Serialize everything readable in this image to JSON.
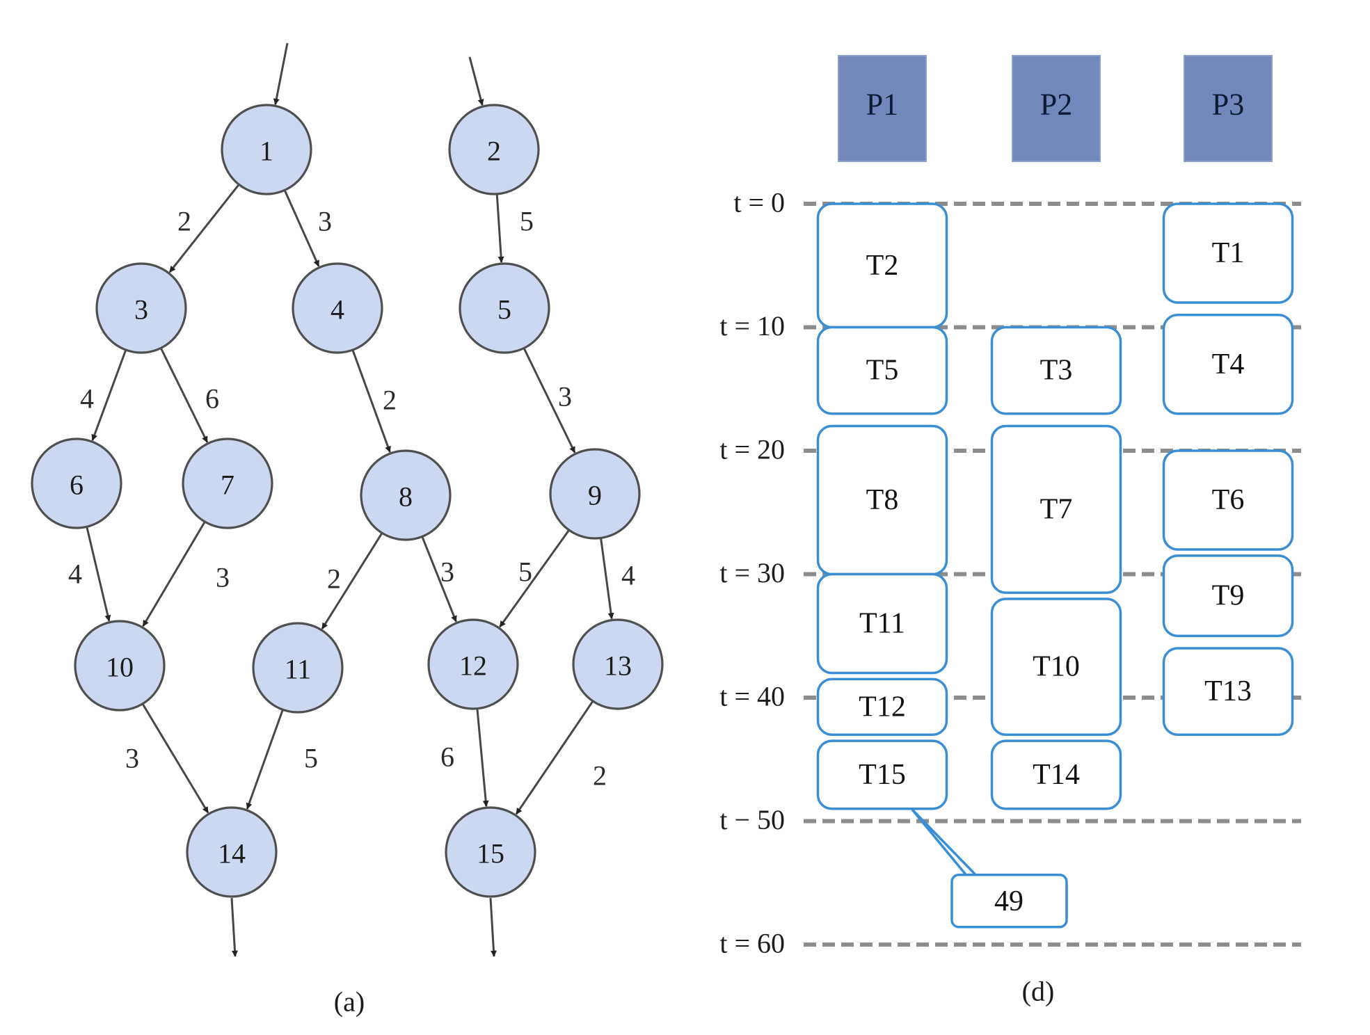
{
  "graph": {
    "caption": "(a)",
    "nodes": [
      {
        "id": "1",
        "label": "1"
      },
      {
        "id": "2",
        "label": "2"
      },
      {
        "id": "3",
        "label": "3"
      },
      {
        "id": "4",
        "label": "4"
      },
      {
        "id": "5",
        "label": "5"
      },
      {
        "id": "6",
        "label": "6"
      },
      {
        "id": "7",
        "label": "7"
      },
      {
        "id": "8",
        "label": "8"
      },
      {
        "id": "9",
        "label": "9"
      },
      {
        "id": "10",
        "label": "10"
      },
      {
        "id": "11",
        "label": "11"
      },
      {
        "id": "12",
        "label": "12"
      },
      {
        "id": "13",
        "label": "13"
      },
      {
        "id": "14",
        "label": "14"
      },
      {
        "id": "15",
        "label": "15"
      }
    ],
    "edges": [
      {
        "from": "1",
        "to": "3",
        "weight": "2"
      },
      {
        "from": "1",
        "to": "4",
        "weight": "3"
      },
      {
        "from": "2",
        "to": "5",
        "weight": "5"
      },
      {
        "from": "3",
        "to": "6",
        "weight": "4"
      },
      {
        "from": "3",
        "to": "7",
        "weight": "6"
      },
      {
        "from": "4",
        "to": "8",
        "weight": "2"
      },
      {
        "from": "5",
        "to": "9",
        "weight": "3"
      },
      {
        "from": "6",
        "to": "10",
        "weight": "4"
      },
      {
        "from": "7",
        "to": "10",
        "weight": "3"
      },
      {
        "from": "8",
        "to": "11",
        "weight": "2"
      },
      {
        "from": "8",
        "to": "12",
        "weight": "3"
      },
      {
        "from": "9",
        "to": "12",
        "weight": "5"
      },
      {
        "from": "9",
        "to": "13",
        "weight": "4"
      },
      {
        "from": "10",
        "to": "14",
        "weight": "3"
      },
      {
        "from": "11",
        "to": "14",
        "weight": "5"
      },
      {
        "from": "12",
        "to": "15",
        "weight": "6"
      },
      {
        "from": "13",
        "to": "15",
        "weight": "2"
      }
    ],
    "entries": [
      "1",
      "2"
    ],
    "exits": [
      "14",
      "15"
    ]
  },
  "schedule": {
    "caption": "(d)",
    "processors": [
      "P1",
      "P2",
      "P3"
    ],
    "time_ticks": [
      {
        "t": 0,
        "label": "t = 0"
      },
      {
        "t": 10,
        "label": "t = 10"
      },
      {
        "t": 20,
        "label": "t = 20"
      },
      {
        "t": 30,
        "label": "t = 30"
      },
      {
        "t": 40,
        "label": "t = 40"
      },
      {
        "t": 50,
        "label": "t − 50"
      },
      {
        "t": 60,
        "label": "t = 60"
      }
    ],
    "tasks": [
      {
        "label": "T2",
        "processor": "P1",
        "start": 0,
        "end": 10
      },
      {
        "label": "T5",
        "processor": "P1",
        "start": 10,
        "end": 17
      },
      {
        "label": "T8",
        "processor": "P1",
        "start": 18,
        "end": 30
      },
      {
        "label": "T11",
        "processor": "P1",
        "start": 30,
        "end": 38
      },
      {
        "label": "T12",
        "processor": "P1",
        "start": 38.5,
        "end": 43
      },
      {
        "label": "T15",
        "processor": "P1",
        "start": 43.5,
        "end": 49
      },
      {
        "label": "T3",
        "processor": "P2",
        "start": 10,
        "end": 17
      },
      {
        "label": "T7",
        "processor": "P2",
        "start": 18,
        "end": 31.5
      },
      {
        "label": "T10",
        "processor": "P2",
        "start": 32,
        "end": 43
      },
      {
        "label": "T14",
        "processor": "P2",
        "start": 43.5,
        "end": 49
      },
      {
        "label": "T1",
        "processor": "P3",
        "start": 0,
        "end": 8
      },
      {
        "label": "T4",
        "processor": "P3",
        "start": 9,
        "end": 17
      },
      {
        "label": "T6",
        "processor": "P3",
        "start": 20,
        "end": 28
      },
      {
        "label": "T9",
        "processor": "P3",
        "start": 28.5,
        "end": 35
      },
      {
        "label": "T13",
        "processor": "P3",
        "start": 36,
        "end": 43
      }
    ],
    "callout": {
      "label": "49",
      "value": 49
    }
  },
  "colors": {
    "node_fill": "#ccd8ef",
    "processor_fill": "#7288bd",
    "task_border": "#3a8ed4",
    "grid_dash": "#8c8c8c"
  }
}
